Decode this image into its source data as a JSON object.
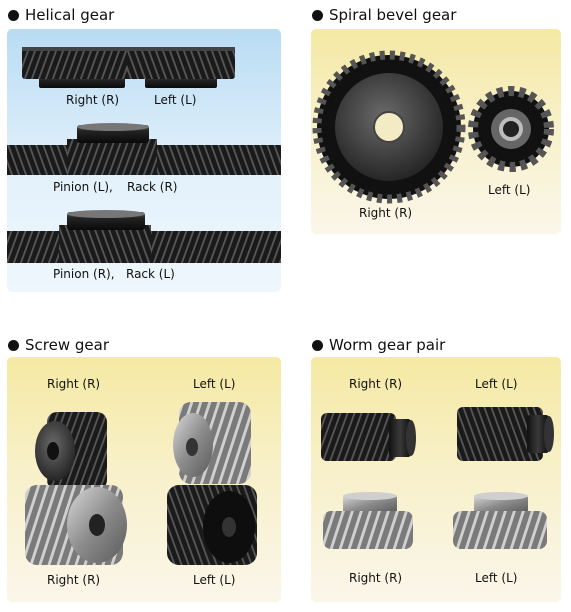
{
  "sections": {
    "helical": {
      "title": "Helical gear",
      "caption_right": "Right (R)",
      "caption_left": "Left (L)",
      "caption_pinion_l": "Pinion (L),",
      "caption_rack_r": "Rack (R)",
      "caption_pinion_r": "Pinion (R),",
      "caption_rack_l": "Rack (L)"
    },
    "spiral_bevel": {
      "title": "Spiral bevel gear",
      "caption_right": "Right (R)",
      "caption_left": "Left (L)"
    },
    "screw": {
      "title": "Screw gear",
      "caption_top_right": "Right (R)",
      "caption_top_left": "Left (L)",
      "caption_bottom_right": "Right (R)",
      "caption_bottom_left": "Left (L)"
    },
    "worm": {
      "title": "Worm gear pair",
      "caption_top_right": "Right (R)",
      "caption_top_left": "Left (L)",
      "caption_bottom_right": "Right (R)",
      "caption_bottom_left": "Left (L)"
    }
  },
  "colors": {
    "panel_blue": "#cfe7f7",
    "panel_yellow": "#f6ecb4",
    "gear_black": "#1c1c1c",
    "gear_steel": "#8a8a8a"
  }
}
